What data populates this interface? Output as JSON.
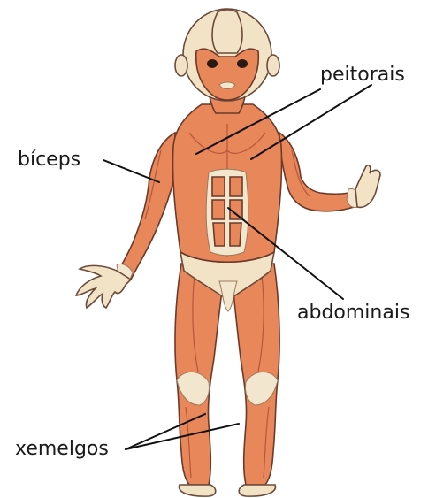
{
  "labels": {
    "peitorais": "peitorais",
    "biceps": "bíceps",
    "abdominais": "abdominais",
    "xemelgos": "xemelgos"
  },
  "colors": {
    "muscle": "#e8875a",
    "skin": "#f2e3c6",
    "outline": "#6b3a2a",
    "leader": "#111111",
    "text": "#1a1a1a",
    "background": "#ffffff"
  }
}
